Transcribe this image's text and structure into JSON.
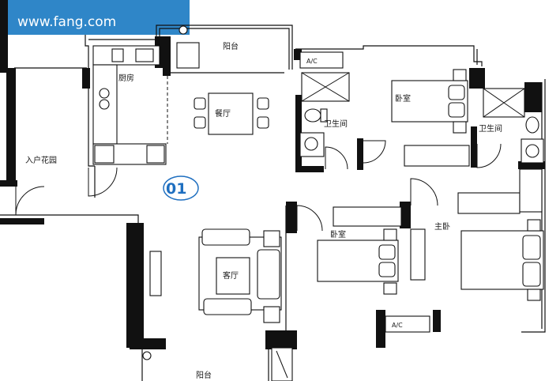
{
  "watermark": "www.fang.com",
  "unit_label": "01",
  "rooms": {
    "balcony_top": "阳台",
    "kitchen": "厨房",
    "dining": "餐厅",
    "bath_left": "卫生间",
    "bedroom_top": "卧室",
    "bath_right": "卫生间",
    "entry_garden": "入户花园",
    "living": "客厅",
    "bedroom_mid": "卧室",
    "master": "主卧",
    "balcony_bottom": "阳台"
  },
  "ac_label": "A/C"
}
